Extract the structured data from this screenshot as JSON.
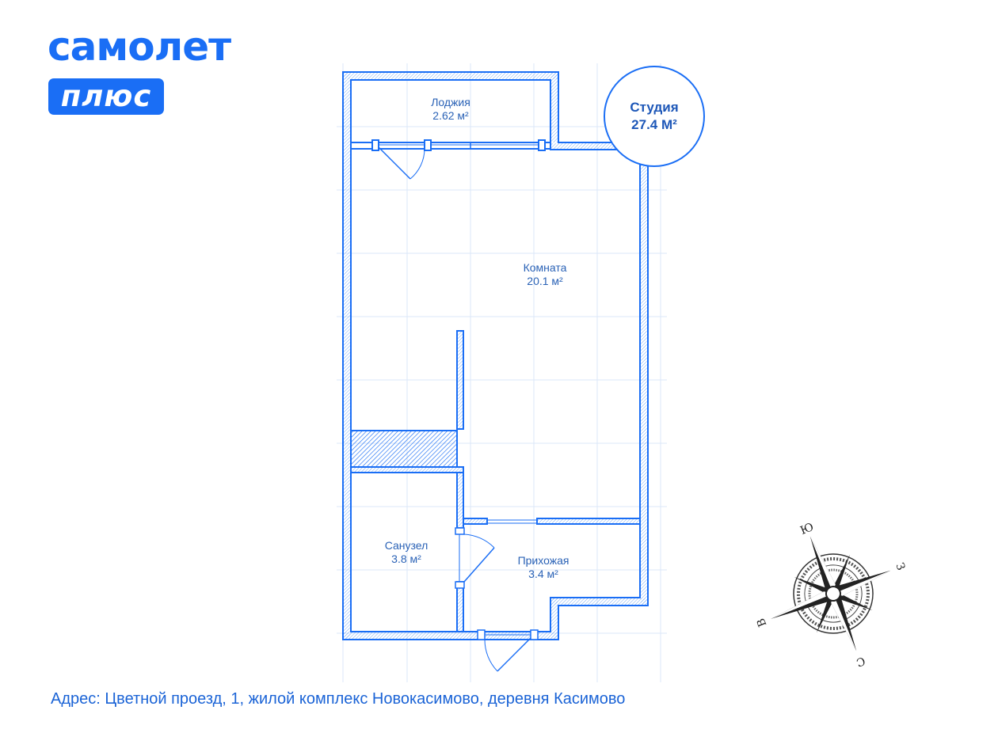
{
  "brand": {
    "name": "самолет",
    "badge": "плюс",
    "color": "#1a6ef5"
  },
  "studio": {
    "title": "Студия",
    "area": "27.4 М²"
  },
  "rooms": [
    {
      "name": "Лоджия",
      "area": "2.62 м²"
    },
    {
      "name": "Комната",
      "area": "20.1 м²"
    },
    {
      "name": "Санузел",
      "area": "3.8 м²"
    },
    {
      "name": "Прихожая",
      "area": "3.4 м²"
    }
  ],
  "compass": {
    "north": "Ю",
    "east": "З",
    "south": "С",
    "west": "В"
  },
  "address": "Адрес: Цветной проезд, 1, жилой комплекс Новокасимово, деревня Касимово",
  "colors": {
    "wall": "#1a6ef5",
    "text": "#2a62b6",
    "grid": "#cfe0f7"
  }
}
